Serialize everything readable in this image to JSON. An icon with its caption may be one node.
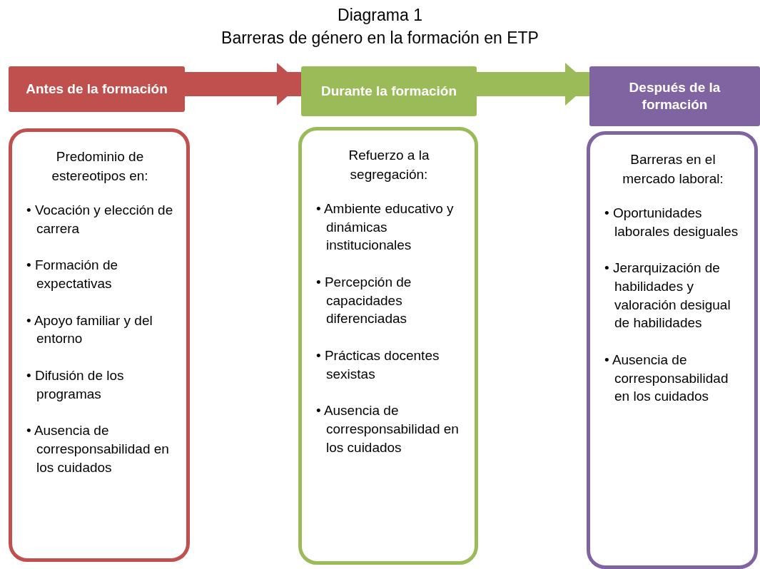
{
  "diagram": {
    "title": "Barreras de género en la formación en ETP",
    "nodes": [
      {
        "text": [
          "Antes de la formación"
        ]
      },
      {
        "text": [
          "Durante la formación"
        ]
      },
      {
        "text": [
          "Después de la formación"
        ]
      },
      {
        "text": [
          "Predominio de estereotipos en:",
          "• Vocación y elección de carrera",
          "• Formación de expectativas",
          "• Apoyo familiar y del entorno",
          "• Difusión de los programas",
          "• Ausencia de corresponsabilidad en los cuidados"
        ]
      },
      {
        "text": [
          "Refuerzo a la segregación:",
          "• Ambiente educativo y dinámicas institucionales",
          "• Percepción de capacidades diferenciadas",
          "• Prácticas docentes sexistas",
          "• Ausencia de corresponsabilidad en los cuidados"
        ]
      },
      {
        "text": [
          "Barreras en el mercado laboral:",
          "• Oportunidades laborales desiguales",
          "• Jerarquización de habilidades y valoración desigual de habilidades",
          "• Ausencia de corresponsabilidad en los cuidados"
        ]
      }
    ],
    "edges": [
      {
        "from": 0,
        "to": 1,
        "arrow": "to",
        "color": "#c0504d"
      },
      {
        "from": 1,
        "to": 2,
        "arrow": "to",
        "color": "#9bbb59"
      }
    ],
    "labels": [
      "Diagrama 1"
    ]
  }
}
